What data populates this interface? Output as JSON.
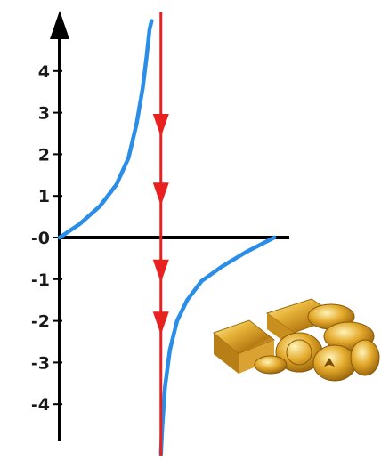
{
  "chart_data": {
    "type": "line",
    "title": "",
    "xlabel": "",
    "ylabel": "",
    "ylim": [
      -5,
      5
    ],
    "yticks": [
      4,
      3,
      2,
      1,
      0,
      -1,
      -2,
      -3,
      -4
    ],
    "ytick_labels": [
      "4",
      "3",
      "2",
      "1",
      "-0",
      "-1",
      "-2",
      "-3",
      "-4"
    ],
    "grid": false,
    "legend": "none",
    "asymptote": {
      "x": 2.5,
      "color": "#e82020",
      "arrow_direction": "down",
      "arrow_y_values": [
        2.5,
        0.85,
        -1.0,
        -2.25
      ]
    },
    "series": [
      {
        "color": "#2a8ee8",
        "x": [
          0,
          0.5,
          1.0,
          1.4,
          1.7,
          1.9,
          2.05,
          2.15,
          2.22,
          2.27
        ],
        "y": [
          0,
          0.33,
          0.76,
          1.27,
          1.91,
          2.73,
          3.59,
          4.37,
          5.0,
          5.2
        ]
      },
      {
        "color": "#2a8ee8",
        "x": [
          2.5,
          2.53,
          2.6,
          2.72,
          2.9,
          3.15,
          3.5,
          4.0,
          4.6,
          5.3
        ],
        "y": [
          -5.2,
          -4.6,
          -3.6,
          -2.7,
          -2.0,
          -1.5,
          -1.05,
          -0.7,
          -0.35,
          0
        ]
      }
    ]
  },
  "illustration": {
    "description_icon": "gold-bars-and-coins-icon"
  }
}
